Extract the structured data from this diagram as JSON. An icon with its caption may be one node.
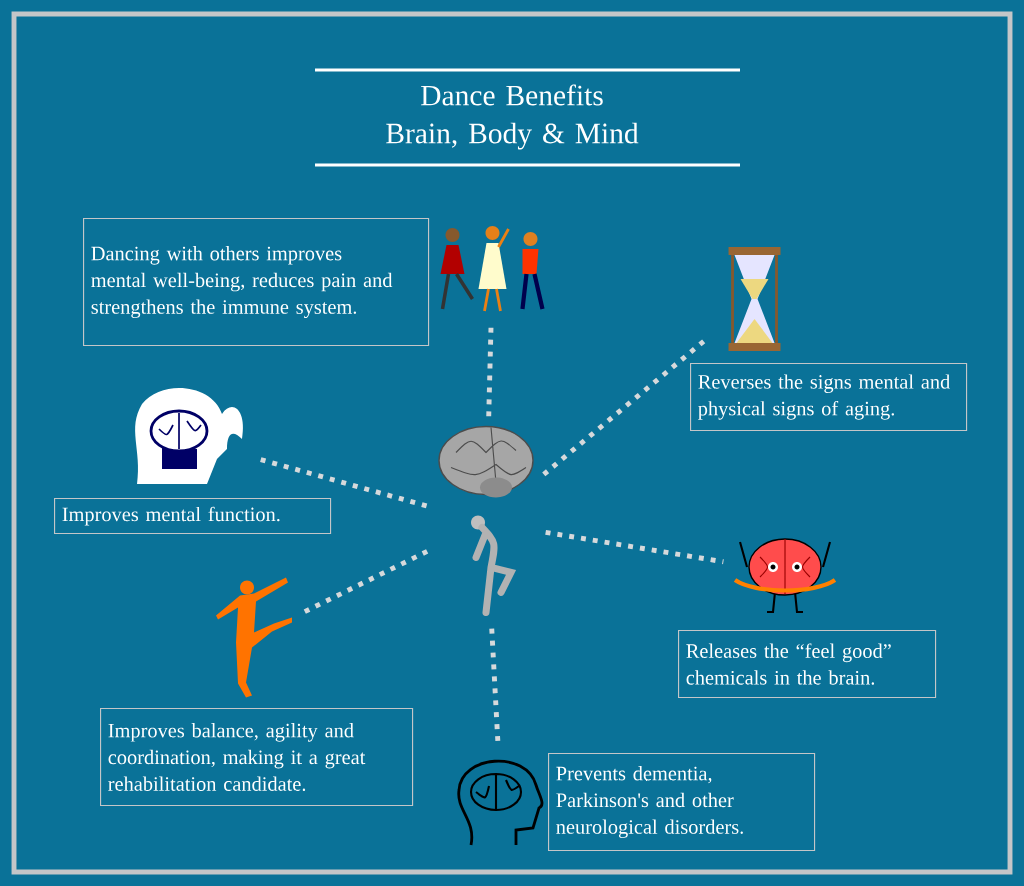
{
  "diagram": {
    "title": "Dance Benefits Brain, Body & Mind",
    "nodes": [
      {
        "text": [
          "Dancing with others improves mental well-being, reduces pain and strengthens the immune system."
        ]
      },
      {
        "text": [],
        "shape": "picture"
      },
      {
        "text": [],
        "shape": "picture"
      },
      {
        "text": [
          "Reverses the signs mental and physical signs of aging."
        ]
      },
      {
        "text": [],
        "shape": "picture"
      },
      {
        "text": [],
        "shape": "picture"
      },
      {
        "text": [
          "Improves mental function."
        ]
      },
      {
        "text": [],
        "shape": "picture"
      },
      {
        "text": [],
        "shape": "picture"
      },
      {
        "text": [
          "Releases the “feel good” chemicals in the brain."
        ]
      },
      {
        "text": [
          "Improves balance, agility and coordination, making it a great rehabilitation candidate."
        ]
      },
      {
        "text": [],
        "shape": "picture"
      },
      {
        "text": [
          "Prevents dementia, Parkinson's and other neurological disorders."
        ]
      }
    ],
    "edges": [
      {
        "from": 5,
        "to": 1,
        "arrow": "none"
      },
      {
        "from": 5,
        "to": 2,
        "arrow": "none"
      },
      {
        "from": 5,
        "to": 4,
        "arrow": "none"
      },
      {
        "from": 5,
        "to": 7,
        "arrow": "none"
      },
      {
        "from": 5,
        "to": 8,
        "arrow": "none"
      },
      {
        "from": 5,
        "to": 11,
        "arrow": "none"
      }
    ]
  }
}
